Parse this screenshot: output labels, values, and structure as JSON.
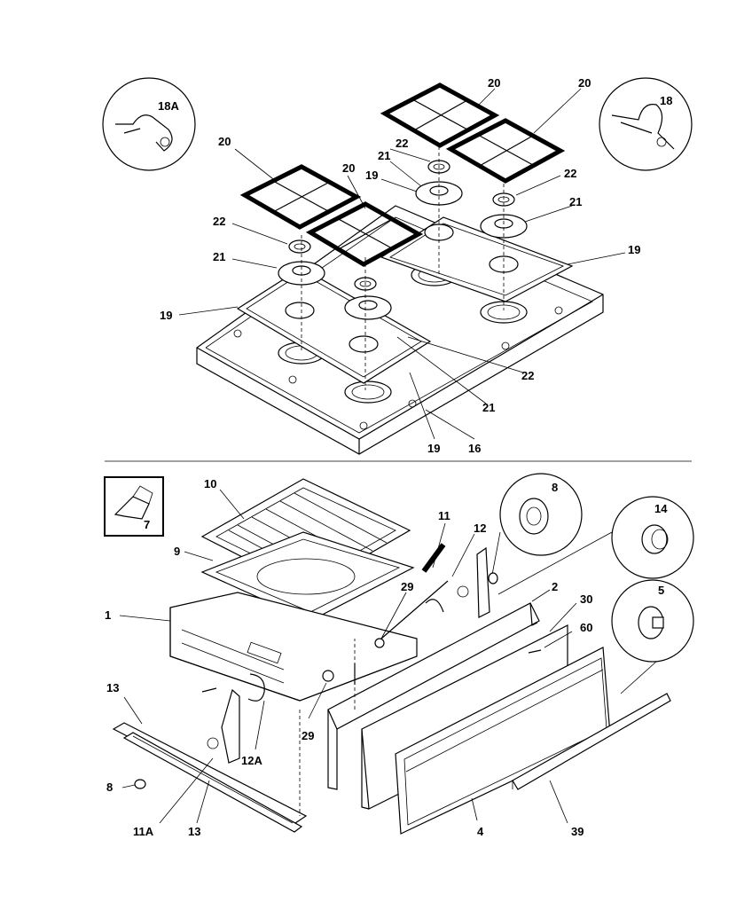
{
  "labels": {
    "l18A": "18A",
    "l18": "18",
    "l20a": "20",
    "l20b": "20",
    "l20c": "20",
    "l20d": "20",
    "l21a": "21",
    "l21b": "21",
    "l21c": "21",
    "l21d": "21",
    "l22a": "22",
    "l22b": "22",
    "l22c": "22",
    "l22d": "22",
    "l19a": "19",
    "l19b": "19",
    "l19c": "19",
    "l19d": "19",
    "l16": "16",
    "l10": "10",
    "l9": "9",
    "l7": "7",
    "l1": "1",
    "l11": "11",
    "l12": "12",
    "l8a": "8",
    "l14": "14",
    "l5": "5",
    "l2": "2",
    "l30": "30",
    "l60": "60",
    "l29a": "29",
    "l29b": "29",
    "l13a": "13",
    "l13b": "13",
    "l12A": "12A",
    "l8b": "8",
    "l11A": "11A",
    "l4": "4",
    "l39": "39"
  }
}
